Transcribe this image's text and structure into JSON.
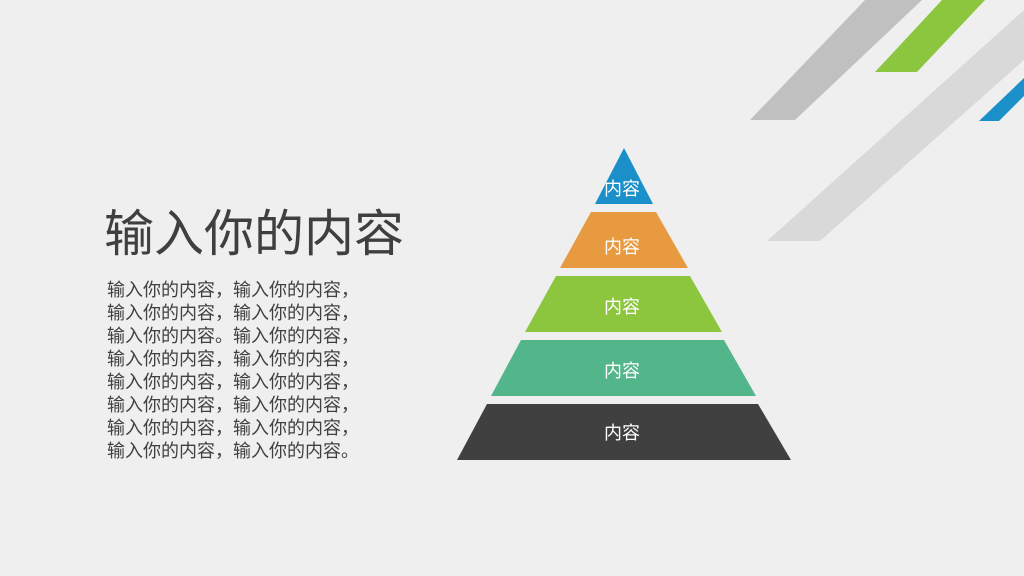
{
  "title": "输入你的内容",
  "body_lines": [
    "输入你的内容，输入你的内容，",
    "输入你的内容，输入你的内容，",
    "输入你的内容。输入你的内容，",
    "输入你的内容，输入你的内容，",
    "输入你的内容，输入你的内容，",
    "输入你的内容，输入你的内容，",
    "输入你的内容，输入你的内容，",
    "输入你的内容，输入你的内容。"
  ],
  "pyramid": {
    "tiers": [
      {
        "label": "内容",
        "color": "#1a8fc9"
      },
      {
        "label": "内容",
        "color": "#e89a40"
      },
      {
        "label": "内容",
        "color": "#8cc63f"
      },
      {
        "label": "内容",
        "color": "#52b68a"
      },
      {
        "label": "内容",
        "color": "#404040"
      }
    ]
  },
  "decor_colors": {
    "gray_stripe": "#c0c0c0",
    "light_stripe": "#d9d9d9",
    "green_stripe": "#8cc63f",
    "blue_stripe": "#1a8fc9"
  }
}
